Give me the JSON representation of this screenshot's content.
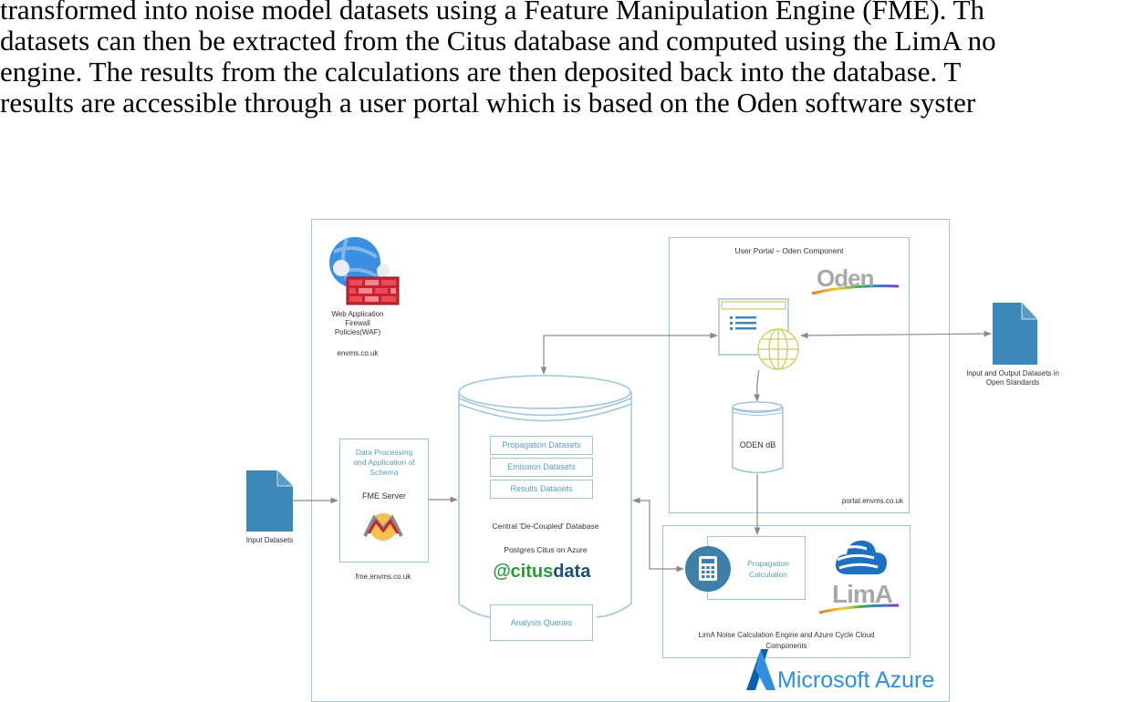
{
  "paragraph": {
    "lines": [
      "transformed into noise model datasets using a Feature Manipulation Engine (FME). Th",
      "datasets can then be extracted from the Citus database and computed using the LimA no",
      "engine. The results from the calculations are then deposited back into the database. T",
      "results are accessible through a user portal which is based on the Oden software syster"
    ]
  },
  "diagram": {
    "waf": {
      "label_lines": [
        "Web Application",
        "Firewall",
        "Policies(WAF)"
      ],
      "domain": "envms.co.uk",
      "icon": "web-app-firewall-icon"
    },
    "input_datasets": {
      "label": "Input Datasets",
      "icon": "document-icon"
    },
    "fme": {
      "title_lines": [
        "Data Processing",
        "and Application of",
        "Schema"
      ],
      "server": "FME Server",
      "logo": "FME",
      "domain": "fme.envms.co.uk"
    },
    "central_db": {
      "tables": [
        "Propagation Datasets",
        "Emission Datasets",
        "Results Datasets"
      ],
      "title": "Central 'De-Coupled' Database",
      "subtitle": "Postgres Citus on Azure",
      "logo_prefix": "citus",
      "logo_suffix": "data",
      "analysis": "Analysis Queries"
    },
    "portal": {
      "title": "User Portal – Oden Component",
      "logo": "Oden",
      "db_label": "ODEN dB",
      "domain": "portal.envms.co.uk"
    },
    "io_datasets": {
      "label_lines": [
        "Input and Output Datasets in",
        "Open Standards"
      ],
      "icon": "document-icon"
    },
    "lima": {
      "calc_lines": [
        "Propagation",
        "Calculation"
      ],
      "logo": "LimA",
      "caption_lines": [
        "LimA Noise Calculation Engine and Azure Cycle Cloud",
        "Components"
      ]
    },
    "azure": {
      "label": "Microsoft Azure"
    },
    "colors": {
      "border": "#9cc5dc",
      "doc_blue": "#3d88b8",
      "label_blue": "#5a9cc3",
      "globe": "#c8cc5a",
      "firewall": "#d9333f",
      "arrow": "#8a8a8a"
    }
  }
}
